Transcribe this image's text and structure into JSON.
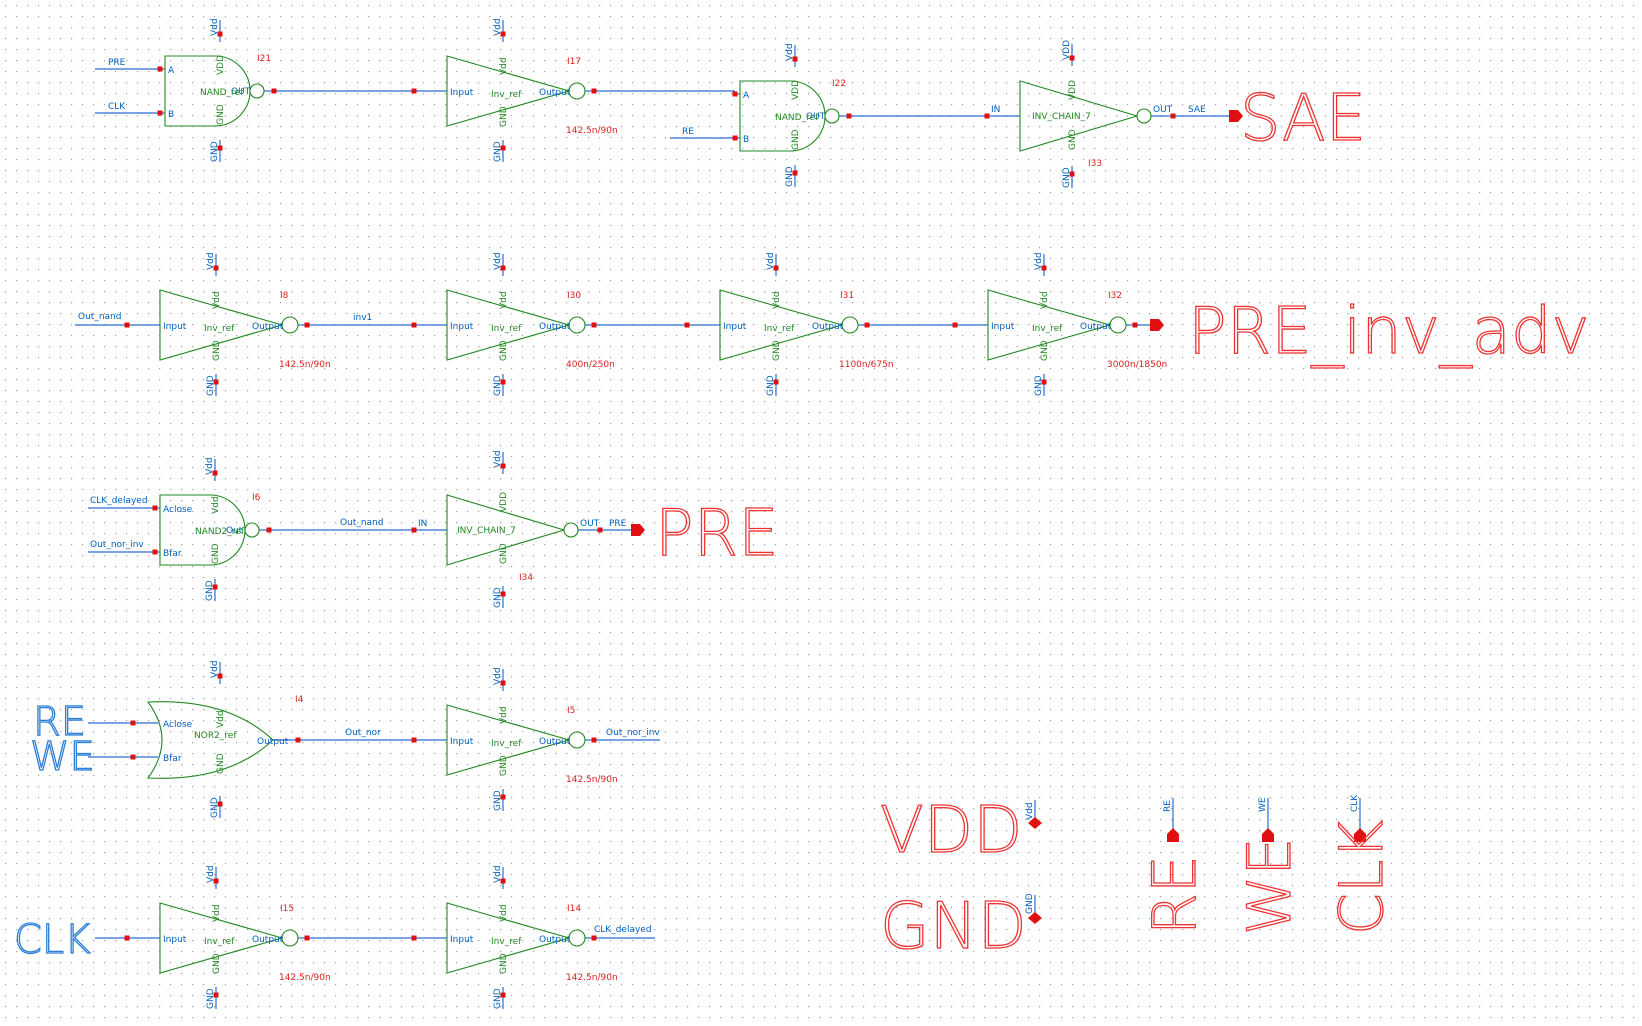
{
  "rows": [
    {
      "id": "row1",
      "nand_a": {
        "inst": "I21",
        "cell": "NAND_ref",
        "pin_a": "A",
        "pin_b": "B",
        "out": "OUT",
        "vdd_pin": "VDD",
        "gnd_pin": "GND",
        "vdd_net": "Vdd",
        "gnd_net": "GND",
        "net_a": "PRE",
        "net_b": "CLK"
      },
      "inv": {
        "inst": "I17",
        "cell": "Inv_ref",
        "in": "Input",
        "out": "Output",
        "vdd_pin": "Vdd",
        "gnd_pin": "GND",
        "vdd_net": "Vdd",
        "gnd_net": "GND",
        "size": "142.5n/90n"
      },
      "nand_b": {
        "inst": "I22",
        "cell": "NAND_ref",
        "pin_a": "A",
        "pin_b": "B",
        "out": "OUT",
        "vdd_pin": "VDD",
        "gnd_pin": "GND",
        "vdd_net": "Vdd",
        "gnd_net": "GND",
        "net_b": "RE"
      },
      "chain": {
        "inst": "I33",
        "cell": "INV_CHAIN_7",
        "in": "IN",
        "out": "OUT",
        "vdd_pin": "VDD",
        "gnd_pin": "GND",
        "vdd_net": "VDD",
        "gnd_net": "GND",
        "out_net": "SAE"
      },
      "port": "SAE"
    },
    {
      "id": "row2",
      "in_net": "Out_nand",
      "mid_net": "inv1",
      "port": "PRE_inv_adv",
      "invs": [
        {
          "inst": "I8",
          "cell": "Inv_ref",
          "in": "Input",
          "out": "Output",
          "vdd_pin": "Vdd",
          "gnd_pin": "GND",
          "vdd_net": "Vdd",
          "gnd_net": "GND",
          "size": "142.5n/90n"
        },
        {
          "inst": "I30",
          "cell": "Inv_ref",
          "in": "Input",
          "out": "Output",
          "vdd_pin": "Vdd",
          "gnd_pin": "GND",
          "vdd_net": "Vdd",
          "gnd_net": "GND",
          "size": "400n/250n"
        },
        {
          "inst": "I31",
          "cell": "Inv_ref",
          "in": "Input",
          "out": "Output",
          "vdd_pin": "Vdd",
          "gnd_pin": "GND",
          "vdd_net": "Vdd",
          "gnd_net": "GND",
          "size": "1100n/675n"
        },
        {
          "inst": "I32",
          "cell": "Inv_ref",
          "in": "Input",
          "out": "Output",
          "vdd_pin": "Vdd",
          "gnd_pin": "GND",
          "vdd_net": "Vdd",
          "gnd_net": "GND",
          "size": "3000n/1850n"
        }
      ]
    },
    {
      "id": "row3",
      "nand": {
        "inst": "I6",
        "cell": "NAND2_ref",
        "pin_a": "Aclose",
        "pin_b": "Bfar",
        "out": "Out",
        "vdd_pin": "Vdd",
        "gnd_pin": "GND",
        "vdd_net": "Vdd",
        "gnd_net": "GND",
        "net_a": "CLK_delayed",
        "net_b": "Out_nor_inv"
      },
      "mid_net": "Out_nand",
      "chain": {
        "inst": "I34",
        "cell": "INV_CHAIN_7",
        "in": "IN",
        "out": "OUT",
        "vdd_pin": "VDD",
        "gnd_pin": "GND",
        "vdd_net": "Vdd",
        "gnd_net": "GND",
        "out_net": "PRE"
      },
      "port": "PRE"
    },
    {
      "id": "row4",
      "nor": {
        "inst": "I4",
        "cell": "NOR2_ref",
        "pin_a": "Aclose",
        "pin_b": "Bfar",
        "out": "Output",
        "vdd_pin": "Vdd",
        "gnd_pin": "GND",
        "vdd_net": "Vdd",
        "gnd_net": "GND"
      },
      "in_a": "RE",
      "in_b": "WE",
      "mid_net": "Out_nor",
      "inv": {
        "inst": "I5",
        "cell": "Inv_ref",
        "in": "Input",
        "out": "Output",
        "vdd_pin": "Vdd",
        "gnd_pin": "GND",
        "vdd_net": "Vdd",
        "gnd_net": "GND",
        "size": "142.5n/90n",
        "out_net": "Out_nor_inv"
      }
    },
    {
      "id": "row5",
      "in_net": "CLK",
      "out_net": "CLK_delayed",
      "invs": [
        {
          "inst": "I15",
          "cell": "Inv_ref",
          "in": "Input",
          "out": "Output",
          "vdd_pin": "Vdd",
          "gnd_pin": "GND",
          "vdd_net": "Vdd",
          "gnd_net": "GND",
          "size": "142.5n/90n"
        },
        {
          "inst": "I14",
          "cell": "Inv_ref",
          "in": "Input",
          "out": "Output",
          "vdd_pin": "Vdd",
          "gnd_pin": "GND",
          "vdd_net": "Vdd",
          "gnd_net": "GND",
          "size": "142.5n/90n"
        }
      ]
    }
  ],
  "supply_pins": [
    {
      "label": "VDD",
      "net": "Vdd"
    },
    {
      "label": "GND",
      "net": "GND"
    }
  ],
  "input_pins": [
    {
      "label": "RE",
      "net": "RE"
    },
    {
      "label": "WE",
      "net": "WE"
    },
    {
      "label": "CLK",
      "net": "CLK"
    }
  ],
  "colors": {
    "wire": "#2b6fd0",
    "gate": "#228822",
    "pin": "#e01010",
    "port_label": "#ee3333",
    "net_label": "#0060c0",
    "grid_dot": "#a0a0a0"
  }
}
